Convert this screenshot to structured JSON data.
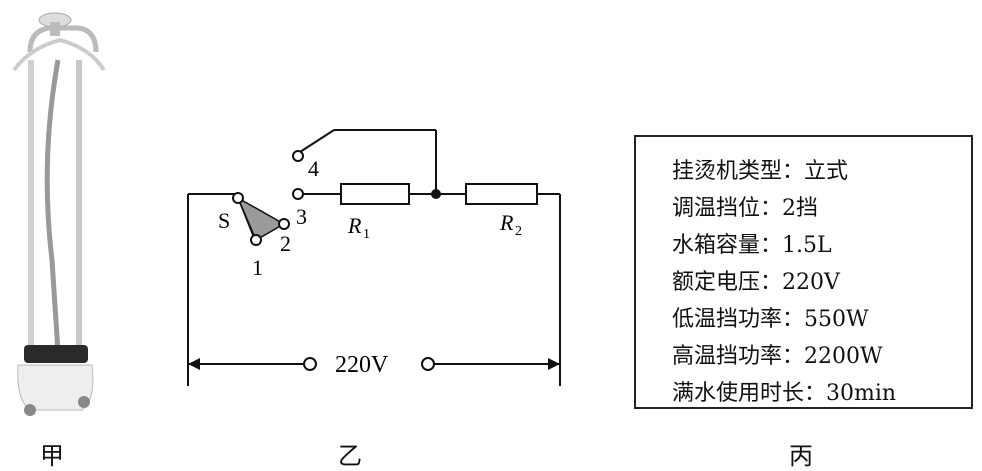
{
  "figure_labels": {
    "left": "甲",
    "middle": "乙",
    "right": "丙"
  },
  "circuit": {
    "switch_label": "S",
    "terminals": [
      "1",
      "2",
      "3",
      "4"
    ],
    "resistor_1": {
      "letter": "R",
      "subscript": "1"
    },
    "resistor_2": {
      "letter": "R",
      "subscript": "2"
    },
    "source_voltage": "220V"
  },
  "spec_table": {
    "lines": [
      "挂烫机类型：立式",
      "调温挡位：2挡",
      "水箱容量：1.5L",
      "额定电压：220V",
      "低温挡功率：550W",
      "高温挡功率：2200W",
      "满水使用时长：30min"
    ]
  }
}
